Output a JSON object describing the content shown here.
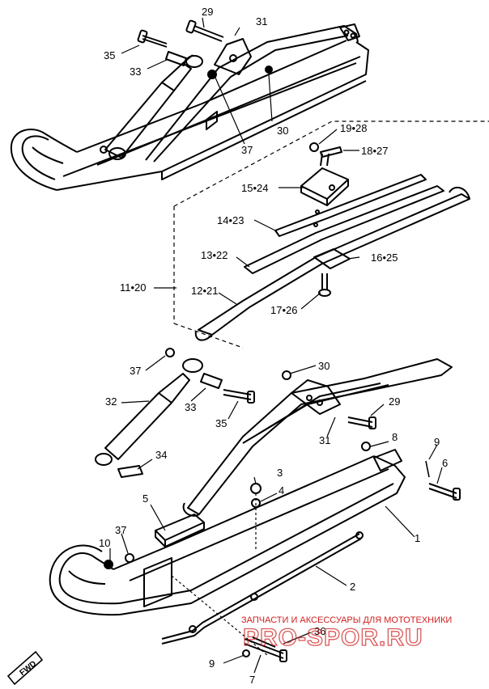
{
  "callouts": {
    "c1": "1",
    "c2": "2",
    "c3": "3",
    "c4": "4",
    "c5": "5",
    "c6": "6",
    "c7": "7",
    "c8": "8",
    "c9a": "9",
    "c9b": "9",
    "c10": "10",
    "c11_20": "11•20",
    "c12_21": "12•21",
    "c13_22": "13•22",
    "c14_23": "14•23",
    "c15_24": "15•24",
    "c16_25": "16•25",
    "c17_26": "17•26",
    "c18_27": "18•27",
    "c19_28": "19•28",
    "c29a": "29",
    "c29b": "29",
    "c30a": "30",
    "c30b": "30",
    "c31a": "31",
    "c31b": "31",
    "c32": "32",
    "c33a": "33",
    "c33b": "33",
    "c34": "34",
    "c35a": "35",
    "c35b": "35",
    "c36": "36",
    "c37a": "37",
    "c37b": "37",
    "c37c": "37"
  },
  "direction_badge": "FWD",
  "watermark": {
    "caption": "ЗАПЧАСТИ И АКСЕССУАРЫ ДЛЯ МОТОТЕХНИКИ",
    "logo": "PRO-SPOR.RU"
  }
}
